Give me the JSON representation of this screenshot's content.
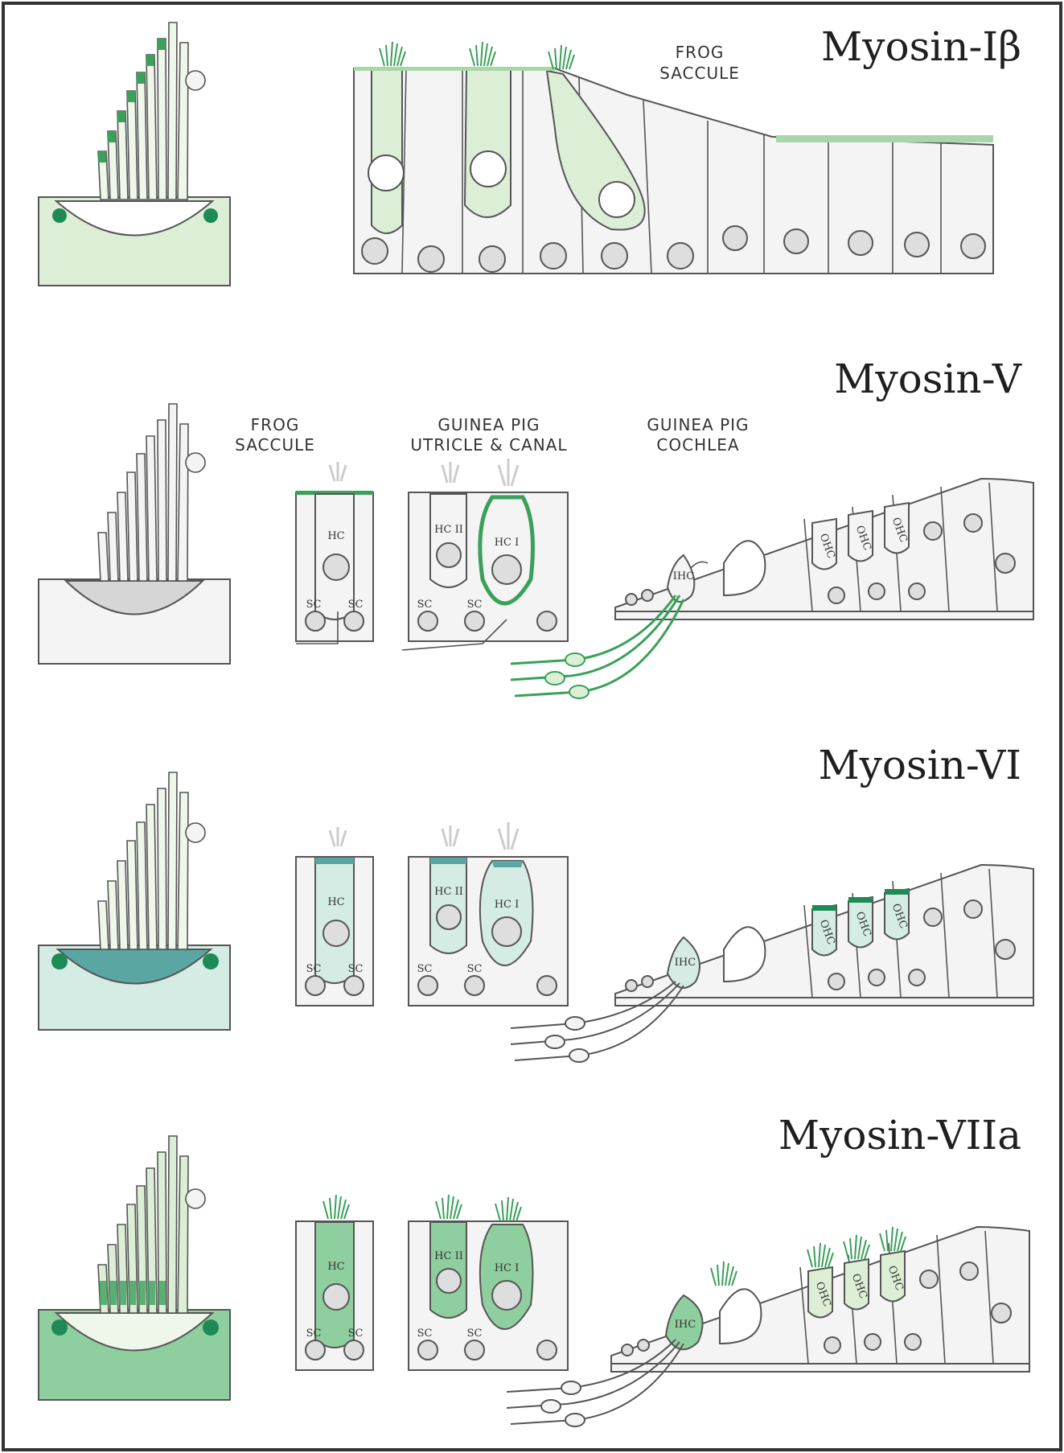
{
  "panels": [
    {
      "title": "Myosin-Iβ",
      "captions": [
        {
          "lines": [
            "FROG",
            "SACCULE"
          ]
        }
      ]
    },
    {
      "title": "Myosin-V",
      "captions": [
        {
          "lines": [
            "FROG",
            "SACCULE"
          ]
        },
        {
          "lines": [
            "GUINEA  PIG",
            "UTRICLE & CANAL"
          ]
        },
        {
          "lines": [
            "GUINEA  PIG",
            "COCHLEA"
          ]
        }
      ]
    },
    {
      "title": "Myosin-VI"
    },
    {
      "title": "Myosin-VIIa"
    }
  ],
  "cell_labels": {
    "hc": "HC",
    "sc": "SC",
    "hc2": "HC II",
    "hc1": "HC I",
    "ihc": "IHC",
    "ohc": "OHC"
  },
  "colors": {
    "outline": "#555555",
    "cell_fill": "#f4f4f4",
    "nucleus": "#dedede",
    "green_light": "#dcefd6",
    "green_mid": "#a8d6a8",
    "green_dark": "#3aa05a",
    "teal_dark": "#5aa6a2",
    "teal_light": "#d4ece4",
    "emerald": "#1e8a56",
    "gray_cuticle": "#d6d6d6"
  }
}
